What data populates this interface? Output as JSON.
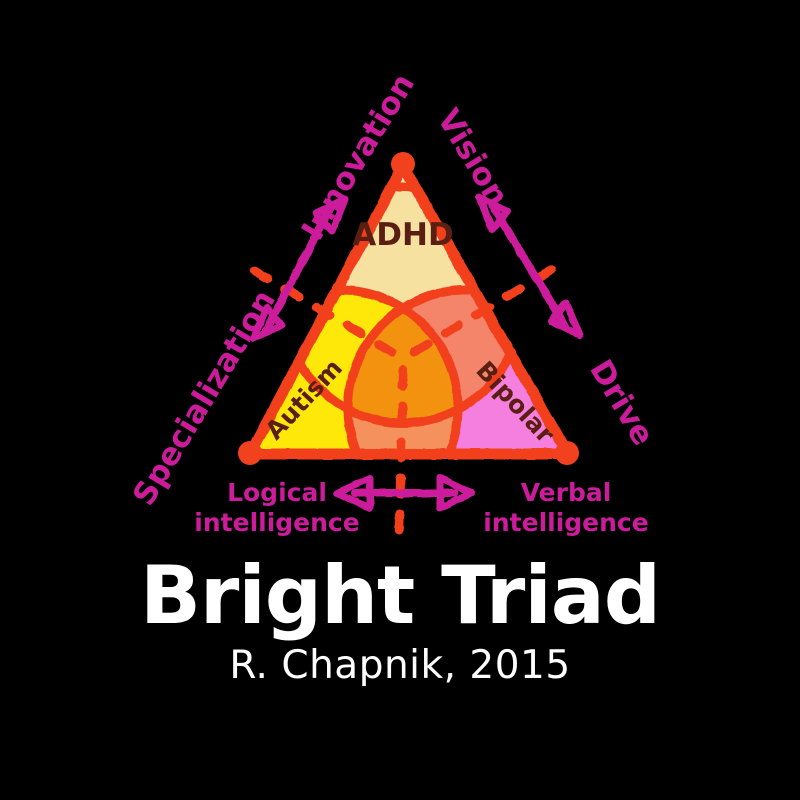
{
  "figure": {
    "title": "Bright Triad",
    "subtitle": "R. Chapnik, 2015",
    "background_color": "#000000"
  },
  "chart_data": {
    "type": "diagram",
    "diagram_kind": "triangular-venn",
    "title": "Bright Triad",
    "subtitle": "R. Chapnik, 2015",
    "sets": [
      {
        "name": "ADHD",
        "position": "top",
        "fill": "#F6E1A0"
      },
      {
        "name": "Autism",
        "position": "bottom-left",
        "fill": "#FDE80A"
      },
      {
        "name": "Bipolar",
        "position": "bottom-right",
        "fill": "#F47FDE"
      }
    ],
    "overlaps": [
      {
        "name": "ADHD-Autism",
        "fill": "#FDE80A"
      },
      {
        "name": "ADHD-Bipolar",
        "fill": "#F4846A"
      },
      {
        "name": "Autism-Bipolar",
        "fill": "#F5915C"
      },
      {
        "name": "ADHD-Autism-Bipolar",
        "fill": "#F2920E"
      }
    ],
    "edge_axes": [
      {
        "label": "Innovation",
        "edge": "upper-left",
        "arrow": "double",
        "color": "#CC1B9B"
      },
      {
        "label": "Vision",
        "edge": "upper-right",
        "arrow": "double",
        "color": "#CC1B9B"
      },
      {
        "label": "Specialization",
        "edge": "left",
        "arrow": "double",
        "color": "#CC1B9B"
      },
      {
        "label": "Drive",
        "edge": "right",
        "arrow": "double",
        "color": "#CC1B9B"
      }
    ],
    "corner_axes": [
      {
        "label": "Logical intelligence",
        "position": "bottom-left",
        "color": "#CC1B9B"
      },
      {
        "label": "Verbal intelligence",
        "position": "bottom-right",
        "color": "#CC1B9B"
      }
    ],
    "bottom_axis": {
      "arrow": "double",
      "color": "#CC1B9B"
    },
    "outline_color": "#F2411E",
    "dashed_ray_color": "#F2411E",
    "vertex_dot_color": "#F2411E"
  },
  "labels": {
    "adhd": "ADHD",
    "autism": "Autism",
    "bipolar": "Bipolar",
    "innovation": "Innovation",
    "vision": "Vision",
    "specialization": "Specialization",
    "drive": "Drive",
    "logical_line1": "Logical",
    "logical_line2": "intelligence",
    "verbal_line1": "Verbal",
    "verbal_line2": "intelligence"
  }
}
